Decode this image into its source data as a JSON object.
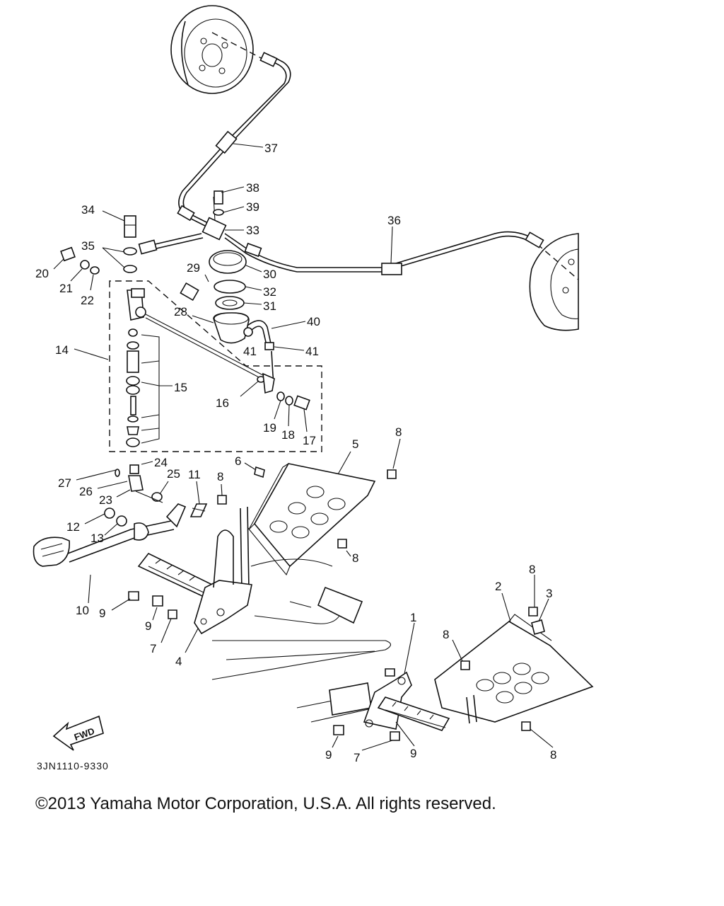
{
  "diagram": {
    "callouts": [
      "1",
      "2",
      "3",
      "4",
      "5",
      "6",
      "7",
      "8",
      "9",
      "10",
      "11",
      "12",
      "13",
      "14",
      "15",
      "16",
      "17",
      "18",
      "19",
      "20",
      "21",
      "22",
      "23",
      "24",
      "25",
      "26",
      "27",
      "28",
      "29",
      "30",
      "31",
      "32",
      "33",
      "34",
      "35",
      "36",
      "37",
      "38",
      "39",
      "40",
      "41"
    ],
    "fwd_label": "FWD",
    "drawing_code": "3JN1110-9330"
  },
  "footer": {
    "copyright": "©2013 Yamaha Motor Corporation, U.S.A. All rights reserved."
  }
}
